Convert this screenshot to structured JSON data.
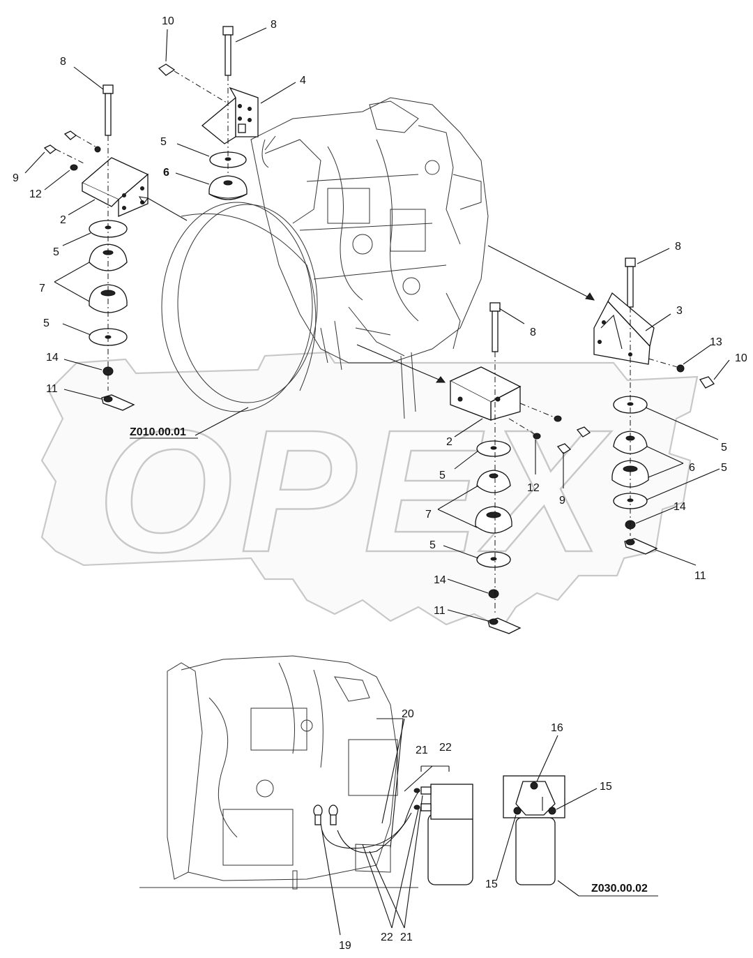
{
  "watermark": {
    "text": "OPEX"
  },
  "references": {
    "top_drawing": "Z010.00.01",
    "bottom_drawing": "Z030.00.02"
  },
  "callouts": {
    "c1_10": "10",
    "c1_8a": "8",
    "c1_8b": "8",
    "c1_4": "4",
    "c1_5": "5",
    "c1_6": "6",
    "c1_9": "9",
    "c1_12": "12",
    "c1_2": "2",
    "c1_5b": "5",
    "c1_7": "7",
    "c1_5c": "5",
    "c1_14": "14",
    "c1_11": "11",
    "c2_8": "8",
    "c2_3": "3",
    "c2_13": "13",
    "c2_10": "10",
    "c2_5": "5",
    "c2_6": "6",
    "c2_5b": "5",
    "c2_14": "14",
    "c2_11": "11",
    "c3_8": "8",
    "c3_2": "2",
    "c3_5": "5",
    "c3_7": "7",
    "c3_12": "12",
    "c3_9": "9",
    "c3_5b": "5",
    "c3_14": "14",
    "c3_11": "11",
    "b_20": "20",
    "b_21": "21",
    "b_22": "22",
    "b_19": "19",
    "b_22b": "22",
    "b_21b": "21",
    "b_16": "16",
    "b_15": "15",
    "b_15b": "15"
  }
}
